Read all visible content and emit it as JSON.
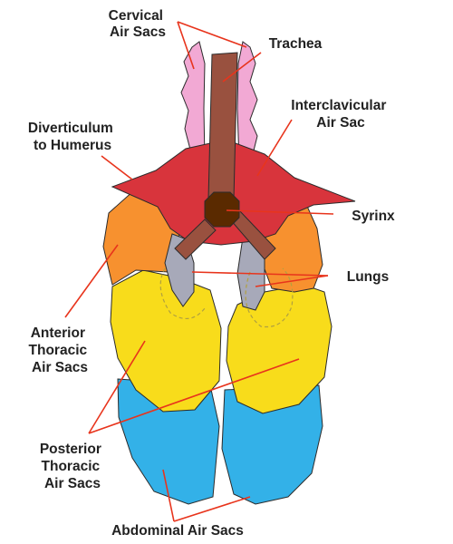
{
  "labels": {
    "cervical": [
      "Cervical",
      "Air Sacs"
    ],
    "trachea": [
      "Trachea"
    ],
    "interclavicular": [
      "Interclavicular",
      "Air Sac"
    ],
    "diverticulum": [
      "Diverticulum",
      "to Humerus"
    ],
    "syrinx": [
      "Syrinx"
    ],
    "lungs": [
      "Lungs"
    ],
    "anterior": [
      "Anterior",
      "Thoracic",
      "Air Sacs"
    ],
    "posterior": [
      "Posterior",
      "Thoracic",
      "Air Sacs"
    ],
    "abdominal": [
      "Abdominal Air Sacs"
    ]
  },
  "colors": {
    "cervical": "#F2A9D4",
    "trachea": "#99513F",
    "interclavicular": "#D8343C",
    "syrinx": "#5A2A00",
    "lungs": "#A7A9B9",
    "anterior": "#F7912F",
    "posterior": "#F8DC1B",
    "abdominal": "#33B1E8",
    "leader": "#E8341C",
    "outline": "#2b2b2b"
  }
}
